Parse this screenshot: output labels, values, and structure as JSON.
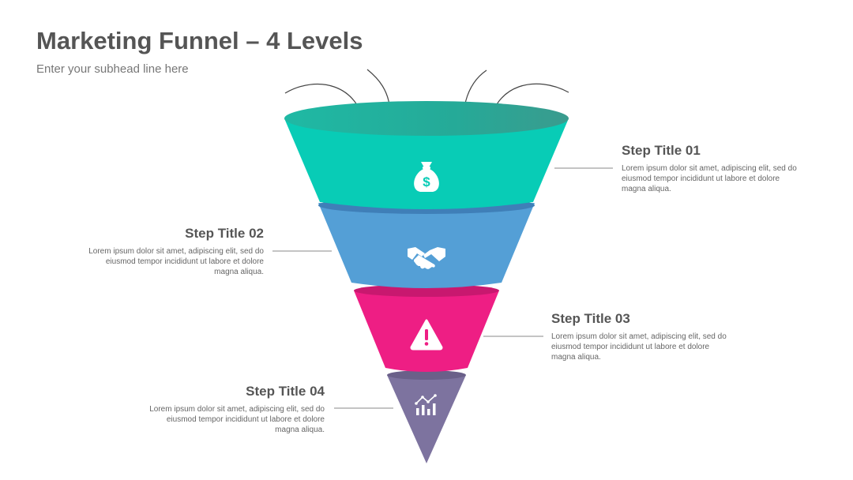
{
  "header": {
    "title": "Marketing Funnel – 4 Levels",
    "subtitle": "Enter your subhead line here"
  },
  "steps": [
    {
      "title": "Step Title 01",
      "text": "Lorem ipsum dolor sit amet, adipiscing elit, sed do eiusmod tempor incididunt ut labore et dolore magna aliqua.",
      "icon": "money-bag-icon",
      "color": "#08CCB6"
    },
    {
      "title": "Step Title 02",
      "text": "Lorem ipsum dolor sit amet, adipiscing elit, sed do eiusmod tempor incididunt ut labore et dolore magna aliqua.",
      "icon": "handshake-icon",
      "color": "#549FD6"
    },
    {
      "title": "Step Title 03",
      "text": "Lorem ipsum dolor sit amet, adipiscing elit, sed do eiusmod tempor incididunt ut labore et dolore magna aliqua.",
      "icon": "warning-icon",
      "color": "#EE1E84"
    },
    {
      "title": "Step Title 04",
      "text": "Lorem ipsum dolor sit amet, adipiscing elit, sed do eiusmod tempor incididunt ut labore et dolore magna aliqua.",
      "icon": "chart-icon",
      "color": "#7D739F"
    }
  ]
}
